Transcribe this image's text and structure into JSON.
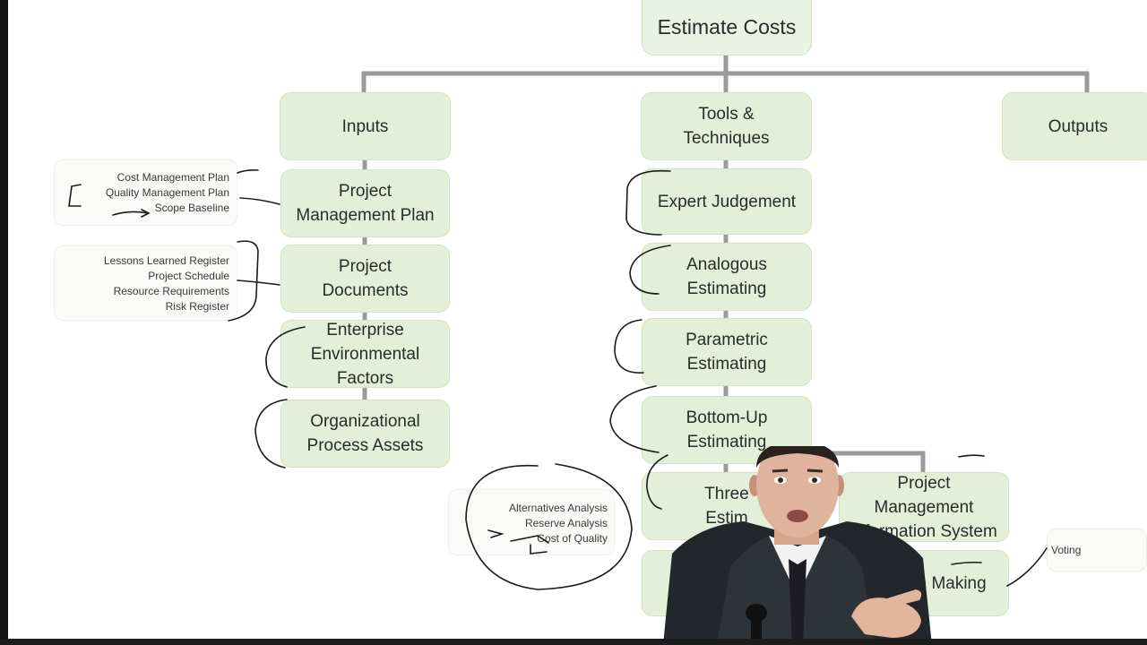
{
  "root": {
    "title": "Estimate Costs"
  },
  "columns": {
    "inputs": {
      "header": "Inputs",
      "items": [
        "Project\nManagement Plan",
        "Project\nDocuments",
        "Enterprise\nEnvironmental\nFactors",
        "Organizational\nProcess Assets"
      ]
    },
    "tools": {
      "header": "Tools &\nTechniques",
      "items": [
        "Expert Judgement",
        "Analogous\nEstimating",
        "Parametric\nEstimating",
        "Bottom-Up\nEstimating",
        "Three\nEstim",
        ""
      ],
      "side_items": [
        "Project\nManagement\nInformation System",
        "Decision Making"
      ]
    },
    "outputs": {
      "header": "Outputs"
    }
  },
  "callouts": {
    "pm_plan": [
      "Cost Management Plan",
      "Quality Management Plan",
      "Scope Baseline"
    ],
    "project_docs": [
      "Lessons Learned Register",
      "Project Schedule",
      "Resource Requirements",
      "Risk Register"
    ],
    "data_analysis": [
      "Alternatives Analysis",
      "Reserve Analysis",
      "Cost of Quality"
    ],
    "decision_making": [
      "Voting"
    ]
  },
  "colors": {
    "box_fill": "#e4efd9",
    "connector": "#9a9a9a",
    "ink": "#1a1a1a"
  }
}
